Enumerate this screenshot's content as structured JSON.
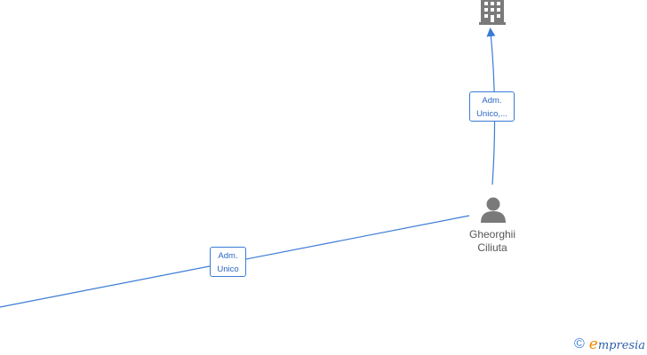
{
  "diagram": {
    "nodes": [
      {
        "id": "company",
        "type": "company",
        "icon": "building-icon",
        "label": ""
      },
      {
        "id": "person",
        "type": "person",
        "icon": "person-icon",
        "label_lines": [
          "Gheorghii",
          "Ciliuta"
        ]
      }
    ],
    "edges": [
      {
        "from": "person",
        "to": "company",
        "label_lines": [
          "Adm.",
          "Unico,..."
        ]
      },
      {
        "from": "offscreen-left",
        "to": "person",
        "label_lines": [
          "Adm.",
          "Unico"
        ]
      }
    ]
  },
  "colors": {
    "edge": "#3a7bd5",
    "label_text": "#2a66c4",
    "icon": "#7a7a7a",
    "node_text": "#555555"
  },
  "watermark": {
    "symbol": "©",
    "brand_initial": "e",
    "brand_rest": "mpresia"
  }
}
